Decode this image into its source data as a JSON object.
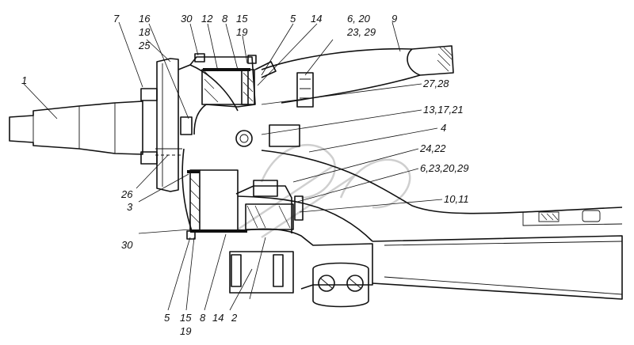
{
  "callouts": {
    "c1": "1",
    "c2": "2",
    "c3": "3",
    "c4": "4",
    "c5_top": "5",
    "c5_bottom": "5",
    "c7": "7",
    "c8_top": "8",
    "c8_bottom": "8",
    "c9": "9",
    "c10_11": "10,11",
    "c12": "12",
    "c13_17_21": "13,17,21",
    "c14_top": "14",
    "c14_bottom": "14",
    "c15_19_top_a": "15",
    "c15_19_top_b": "19",
    "c15_19_bottom_a": "15",
    "c15_19_bottom_b": "19",
    "c16_18_25_a": "16",
    "c16_18_25_b": "18",
    "c16_18_25_c": "25",
    "c6_20_23_29_a": "6, 20",
    "c6_20_23_29_b": "23, 29",
    "c6_23_20_29": "6,23,20,29",
    "c24_22": "24,22",
    "c26": "26",
    "c27_28": "27,28",
    "c30_top": "30",
    "c30_bottom": "30"
  }
}
